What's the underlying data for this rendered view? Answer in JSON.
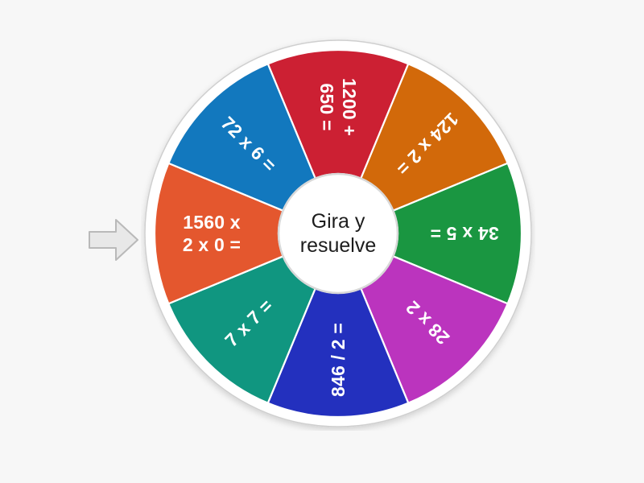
{
  "page": {
    "title": "Gira y resuelve",
    "background_color": "#f7f7f7"
  },
  "pointer": {
    "name": "spin-pointer-arrow",
    "fill_color": "#e8e8e8",
    "stroke_color": "#b9b9b9",
    "direction": "right"
  },
  "wheel": {
    "rim_color": "#ffffff",
    "rim_stroke_color": "#cfcfcf",
    "hub_fill": "#ffffff",
    "hub_stroke": "#d8d8d8",
    "hub_text_line1": "Gira y",
    "hub_text_line2": "resuelve",
    "segment_count": 8,
    "segments": [
      {
        "index": 0,
        "label": "1200 + 650 =",
        "lines": [
          "1200 +",
          "650 ="
        ],
        "color": "#cc2033",
        "color_name": "red",
        "start_angle": -22.5,
        "end_angle": 22.5
      },
      {
        "index": 1,
        "label": "124 x 2 =",
        "lines": [
          "124 x 2 ="
        ],
        "color": "#d2690a",
        "color_name": "dark-orange",
        "start_angle": 22.5,
        "end_angle": 67.5
      },
      {
        "index": 2,
        "label": "34 x 5 =",
        "lines": [
          "34 x 5 ="
        ],
        "color": "#1a9641",
        "color_name": "green",
        "start_angle": 67.5,
        "end_angle": 112.5
      },
      {
        "index": 3,
        "label": "28 x 2",
        "lines": [
          "28 x 2"
        ],
        "color": "#bb34be",
        "color_name": "purple",
        "start_angle": 112.5,
        "end_angle": 157.5
      },
      {
        "index": 4,
        "label": "846 / 2 =",
        "lines": [
          "846 / 2 ="
        ],
        "color": "#2330be",
        "color_name": "dark-blue",
        "start_angle": 157.5,
        "end_angle": 202.5
      },
      {
        "index": 5,
        "label": "7 x 7 =",
        "lines": [
          "7 x 7 ="
        ],
        "color": "#109680",
        "color_name": "teal",
        "start_angle": 202.5,
        "end_angle": 247.5
      },
      {
        "index": 6,
        "label": "1560 x 2 x 0 =",
        "lines": [
          "1560 x",
          "2 x 0 ="
        ],
        "color": "#e4572e",
        "color_name": "orange",
        "start_angle": 247.5,
        "end_angle": 292.5
      },
      {
        "index": 7,
        "label": "72 x 6 =",
        "lines": [
          "72 x 6 ="
        ],
        "color": "#1278be",
        "color_name": "blue",
        "start_angle": 292.5,
        "end_angle": 337.5
      }
    ]
  }
}
